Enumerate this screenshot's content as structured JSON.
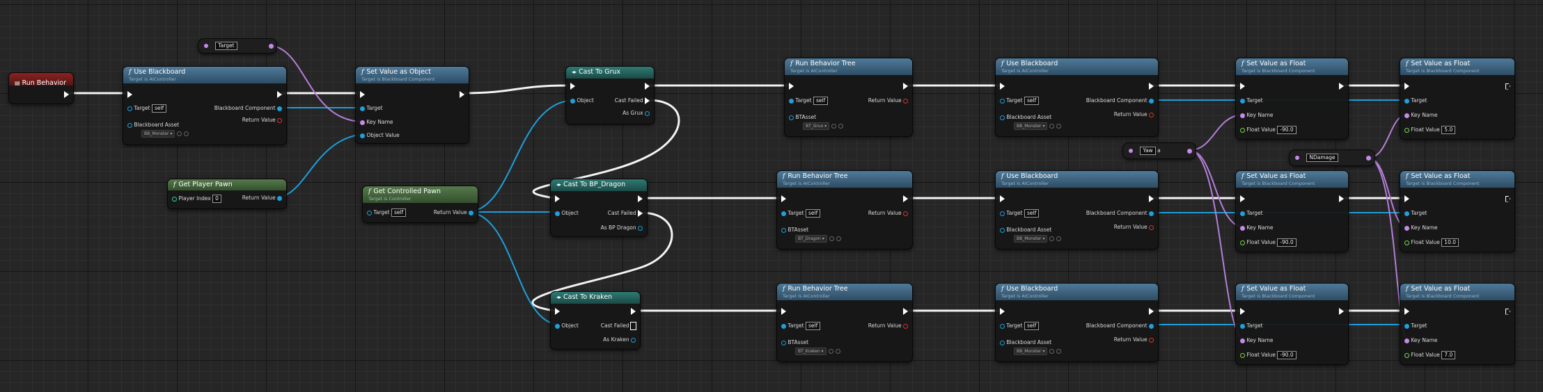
{
  "graph": {
    "event_run_behavior": {
      "title": "Run Behavior"
    },
    "var_target": {
      "value": "Target"
    },
    "var_yaw": {
      "value": "Yaw",
      "suffix": "a"
    },
    "var_ndamage": {
      "value": "NDamage"
    },
    "use_blackboard_1": {
      "title": "Use Blackboard",
      "subtitle": "Target is AIController",
      "target_label": "Target",
      "target_value": "self",
      "bb_asset_label": "Blackboard Asset",
      "bb_asset_value": "BB_Monster",
      "bb_component_label": "Blackboard Component",
      "return_label": "Return Value"
    },
    "set_value_object": {
      "title": "Set Value as Object",
      "subtitle": "Target is Blackboard Component",
      "target_label": "Target",
      "key_label": "Key Name",
      "object_label": "Object Value"
    },
    "get_player_pawn": {
      "title": "Get Player Pawn",
      "index_label": "Player Index",
      "index_value": "0",
      "return_label": "Return Value"
    },
    "get_controlled_pawn": {
      "title": "Get Controlled Pawn",
      "subtitle": "Target is Controller",
      "target_label": "Target",
      "target_value": "self",
      "return_label": "Return Value"
    },
    "cast_grux": {
      "title": "Cast To Grux",
      "object_label": "Object",
      "failed_label": "Cast Failed",
      "as_label": "As Grux"
    },
    "cast_dragon": {
      "title": "Cast To BP_Dragon",
      "object_label": "Object",
      "failed_label": "Cast Failed",
      "as_label": "As BP Dragon"
    },
    "cast_kraken": {
      "title": "Cast To Kraken",
      "object_label": "Object",
      "failed_label": "Cast Failed",
      "as_label": "As Kraken"
    },
    "run_bt_grux": {
      "title": "Run Behavior Tree",
      "subtitle": "Target is AIController",
      "target_label": "Target",
      "target_value": "self",
      "return_label": "Return Value",
      "asset_label": "BTAsset",
      "asset_value": "BT_Grux"
    },
    "run_bt_dragon": {
      "title": "Run Behavior Tree",
      "subtitle": "Target is AIController",
      "target_label": "Target",
      "target_value": "self",
      "return_label": "Return Value",
      "asset_label": "BTAsset",
      "asset_value": "BT_Dragon"
    },
    "run_bt_kraken": {
      "title": "Run Behavior Tree",
      "subtitle": "Target is AIController",
      "target_label": "Target",
      "target_value": "self",
      "return_label": "Return Value",
      "asset_label": "BTAsset",
      "asset_value": "BT_Kraken"
    },
    "use_bb_grux": {
      "title": "Use Blackboard",
      "subtitle": "Target is AIController",
      "target_label": "Target",
      "target_value": "self",
      "bb_component_label": "Blackboard Component",
      "return_label": "Return Value",
      "bb_asset_label": "Blackboard Asset",
      "bb_asset_value": "BB_Monster"
    },
    "use_bb_dragon": {
      "title": "Use Blackboard",
      "subtitle": "Target is AIController",
      "target_label": "Target",
      "target_value": "self",
      "bb_component_label": "Blackboard Component",
      "return_label": "Return Value",
      "bb_asset_label": "Blackboard Asset",
      "bb_asset_value": "BB_Monster"
    },
    "use_bb_kraken": {
      "title": "Use Blackboard",
      "subtitle": "Target is AIController",
      "target_label": "Target",
      "target_value": "self",
      "bb_component_label": "Blackboard Component",
      "return_label": "Return Value",
      "bb_asset_label": "Blackboard Asset",
      "bb_asset_value": "BB_Monster"
    },
    "set_float_g1": {
      "title": "Set Value as Float",
      "subtitle": "Target is Blackboard Component",
      "target_label": "Target",
      "key_label": "Key Name",
      "float_label": "Float Value",
      "float_value": "-90.0"
    },
    "set_float_g2": {
      "title": "Set Value as Float",
      "subtitle": "Target is Blackboard Component",
      "target_label": "Target",
      "key_label": "Key Name",
      "float_label": "Float Value",
      "float_value": "5.0"
    },
    "set_float_d1": {
      "title": "Set Value as Float",
      "subtitle": "Target is Blackboard Component",
      "target_label": "Target",
      "key_label": "Key Name",
      "float_label": "Float Value",
      "float_value": "-90.0"
    },
    "set_float_d2": {
      "title": "Set Value as Float",
      "subtitle": "Target is Blackboard Component",
      "target_label": "Target",
      "key_label": "Key Name",
      "float_label": "Float Value",
      "float_value": "10.0"
    },
    "set_float_k1": {
      "title": "Set Value as Float",
      "subtitle": "Target is Blackboard Component",
      "target_label": "Target",
      "key_label": "Key Name",
      "float_label": "Float Value",
      "float_value": "-90.0"
    },
    "set_float_k2": {
      "title": "Set Value as Float",
      "subtitle": "Target is Blackboard Component",
      "target_label": "Target",
      "key_label": "Key Name",
      "float_label": "Float Value",
      "float_value": "7.0"
    }
  },
  "colors": {
    "exec_wire": "#f4f4f4",
    "object_pin": "#1ea0dc",
    "name_pin": "#c68ae8",
    "float_pin": "#7cd84a",
    "return_pin": "#e03030",
    "function_header": "#3e6684",
    "cast_header": "#246560",
    "pure_header": "#446a3c",
    "event_header": "#8c2222"
  },
  "icons": {
    "function": "function-f-icon",
    "cast": "cast-arrows-icon",
    "event": "event-icon",
    "variable": "variable-pin-icon"
  }
}
